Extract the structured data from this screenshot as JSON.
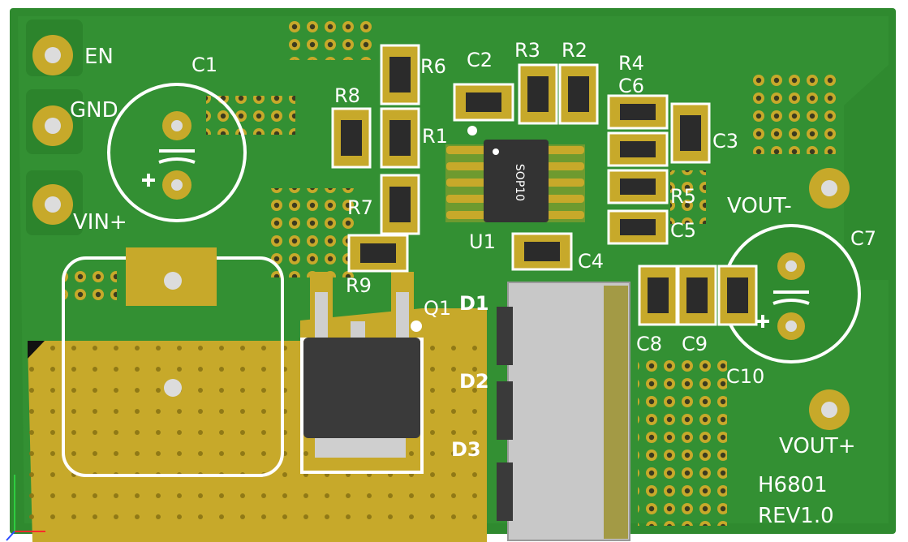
{
  "board": {
    "labels": {
      "en": "EN",
      "gnd": "GND",
      "vin_plus": "VIN+",
      "vout_minus": "VOUT-",
      "vout_plus": "VOUT+",
      "part_number": "H6801",
      "revision": "REV1.0"
    },
    "designators": {
      "c1": "C1",
      "c2": "C2",
      "c3": "C3",
      "c4": "C4",
      "c5": "C5",
      "c6": "C6",
      "c7": "C7",
      "c8": "C8",
      "c9": "C9",
      "c10": "C10",
      "r1": "R1",
      "r2": "R2",
      "r3": "R3",
      "r4": "R4",
      "r5": "R5",
      "r6": "R6",
      "r7": "R7",
      "r8": "R8",
      "r9": "R9",
      "u1": "U1",
      "q1": "Q1",
      "d1": "D1",
      "d2": "D2",
      "d3": "D3"
    },
    "ic_marking": "SOP10",
    "colors": {
      "board": "#2f8a2f",
      "copper": "#3a9a3a",
      "pad": "#c7a92a",
      "silkscreen": "#ffffff",
      "component": "#2b2b2b",
      "inductor": "#c8c8c8"
    }
  }
}
